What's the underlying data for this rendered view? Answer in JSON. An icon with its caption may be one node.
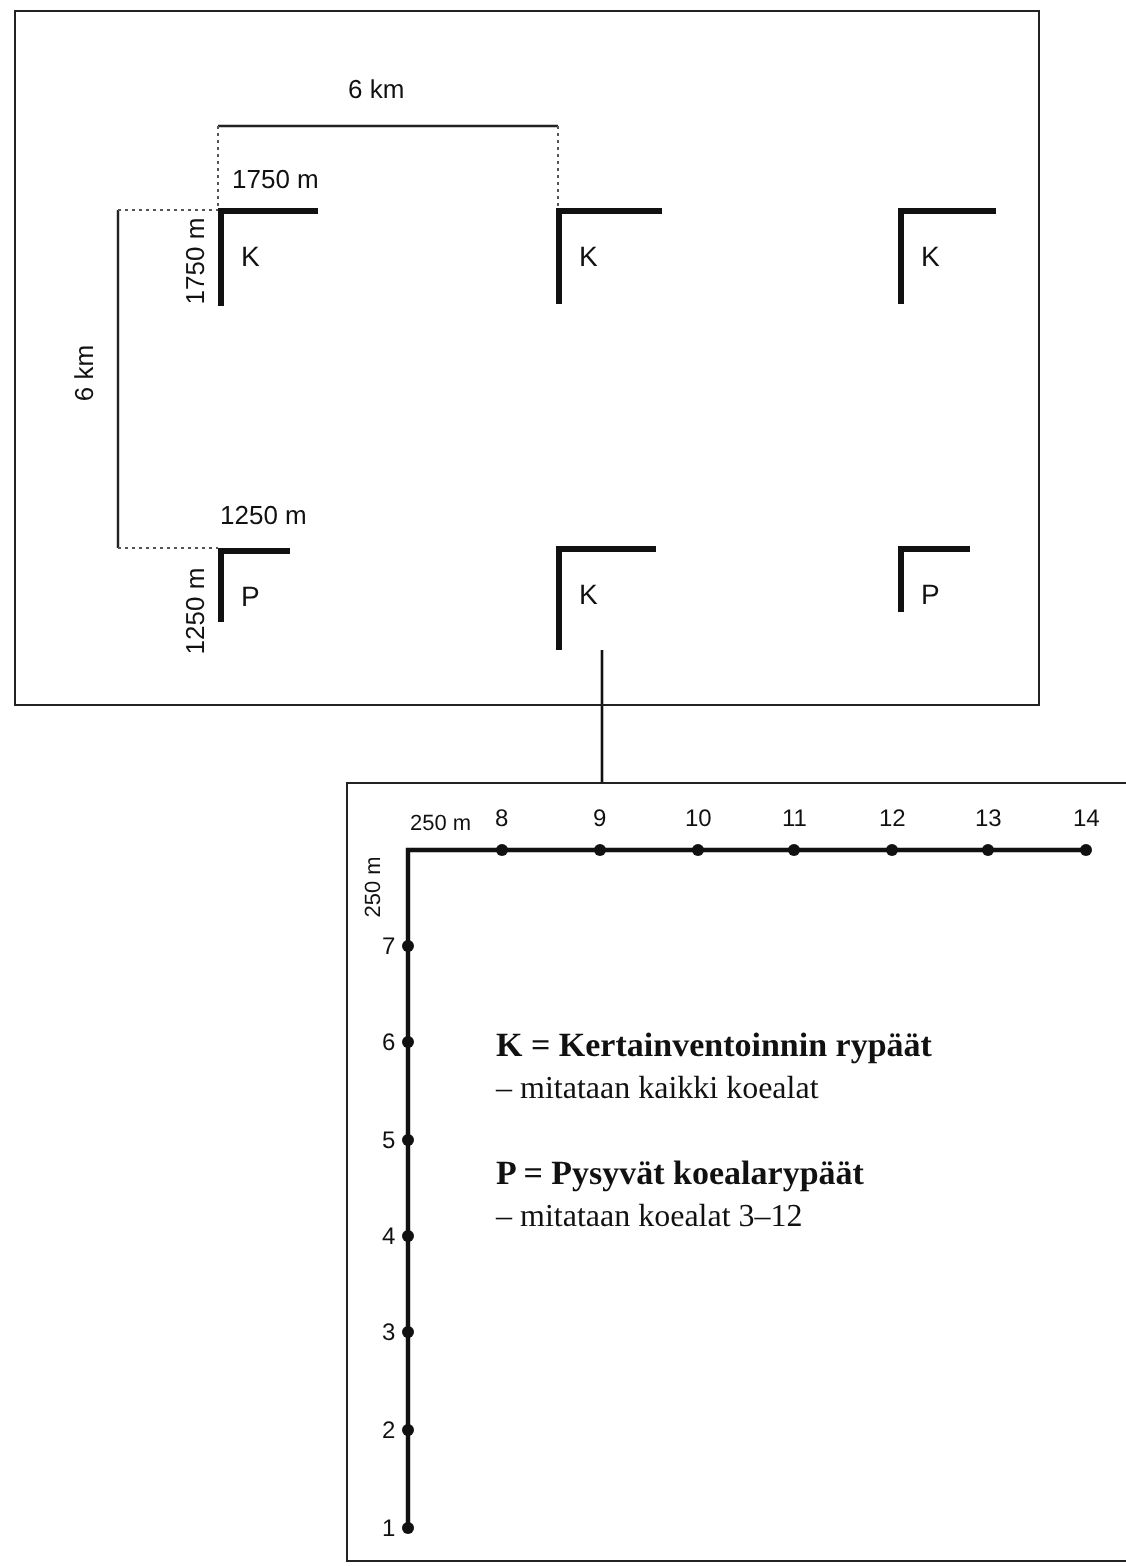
{
  "diagram": {
    "nodes": [
      {
        "text": [],
        "shape": "box"
      },
      {
        "text": [
          "K"
        ],
        "in": 0
      },
      {
        "text": [
          "K"
        ],
        "in": 0
      },
      {
        "text": [
          "K"
        ],
        "in": 0
      },
      {
        "text": [
          "P"
        ],
        "in": 0
      },
      {
        "text": [
          "K"
        ],
        "in": 0
      },
      {
        "text": [
          "P"
        ],
        "in": 0
      },
      {
        "text": [],
        "shape": "box"
      }
    ],
    "edges": [
      {
        "from": 5,
        "to": 7,
        "arrow": "none"
      }
    ],
    "labels": [
      "6 km",
      "1750 m",
      "1750 m",
      "6 km",
      "1250 m",
      "1250 m",
      "250 m",
      "8",
      "9",
      "10",
      "11",
      "12",
      "13",
      "14",
      "250 m",
      "7",
      "6",
      "5",
      "4",
      "3",
      "2",
      "1",
      "K = Kertainventoinnin rypäät",
      "– mitataan kaikki koealat",
      "P = Pysyvät koealarypäät",
      "– mitataan koealat 3–12"
    ]
  }
}
